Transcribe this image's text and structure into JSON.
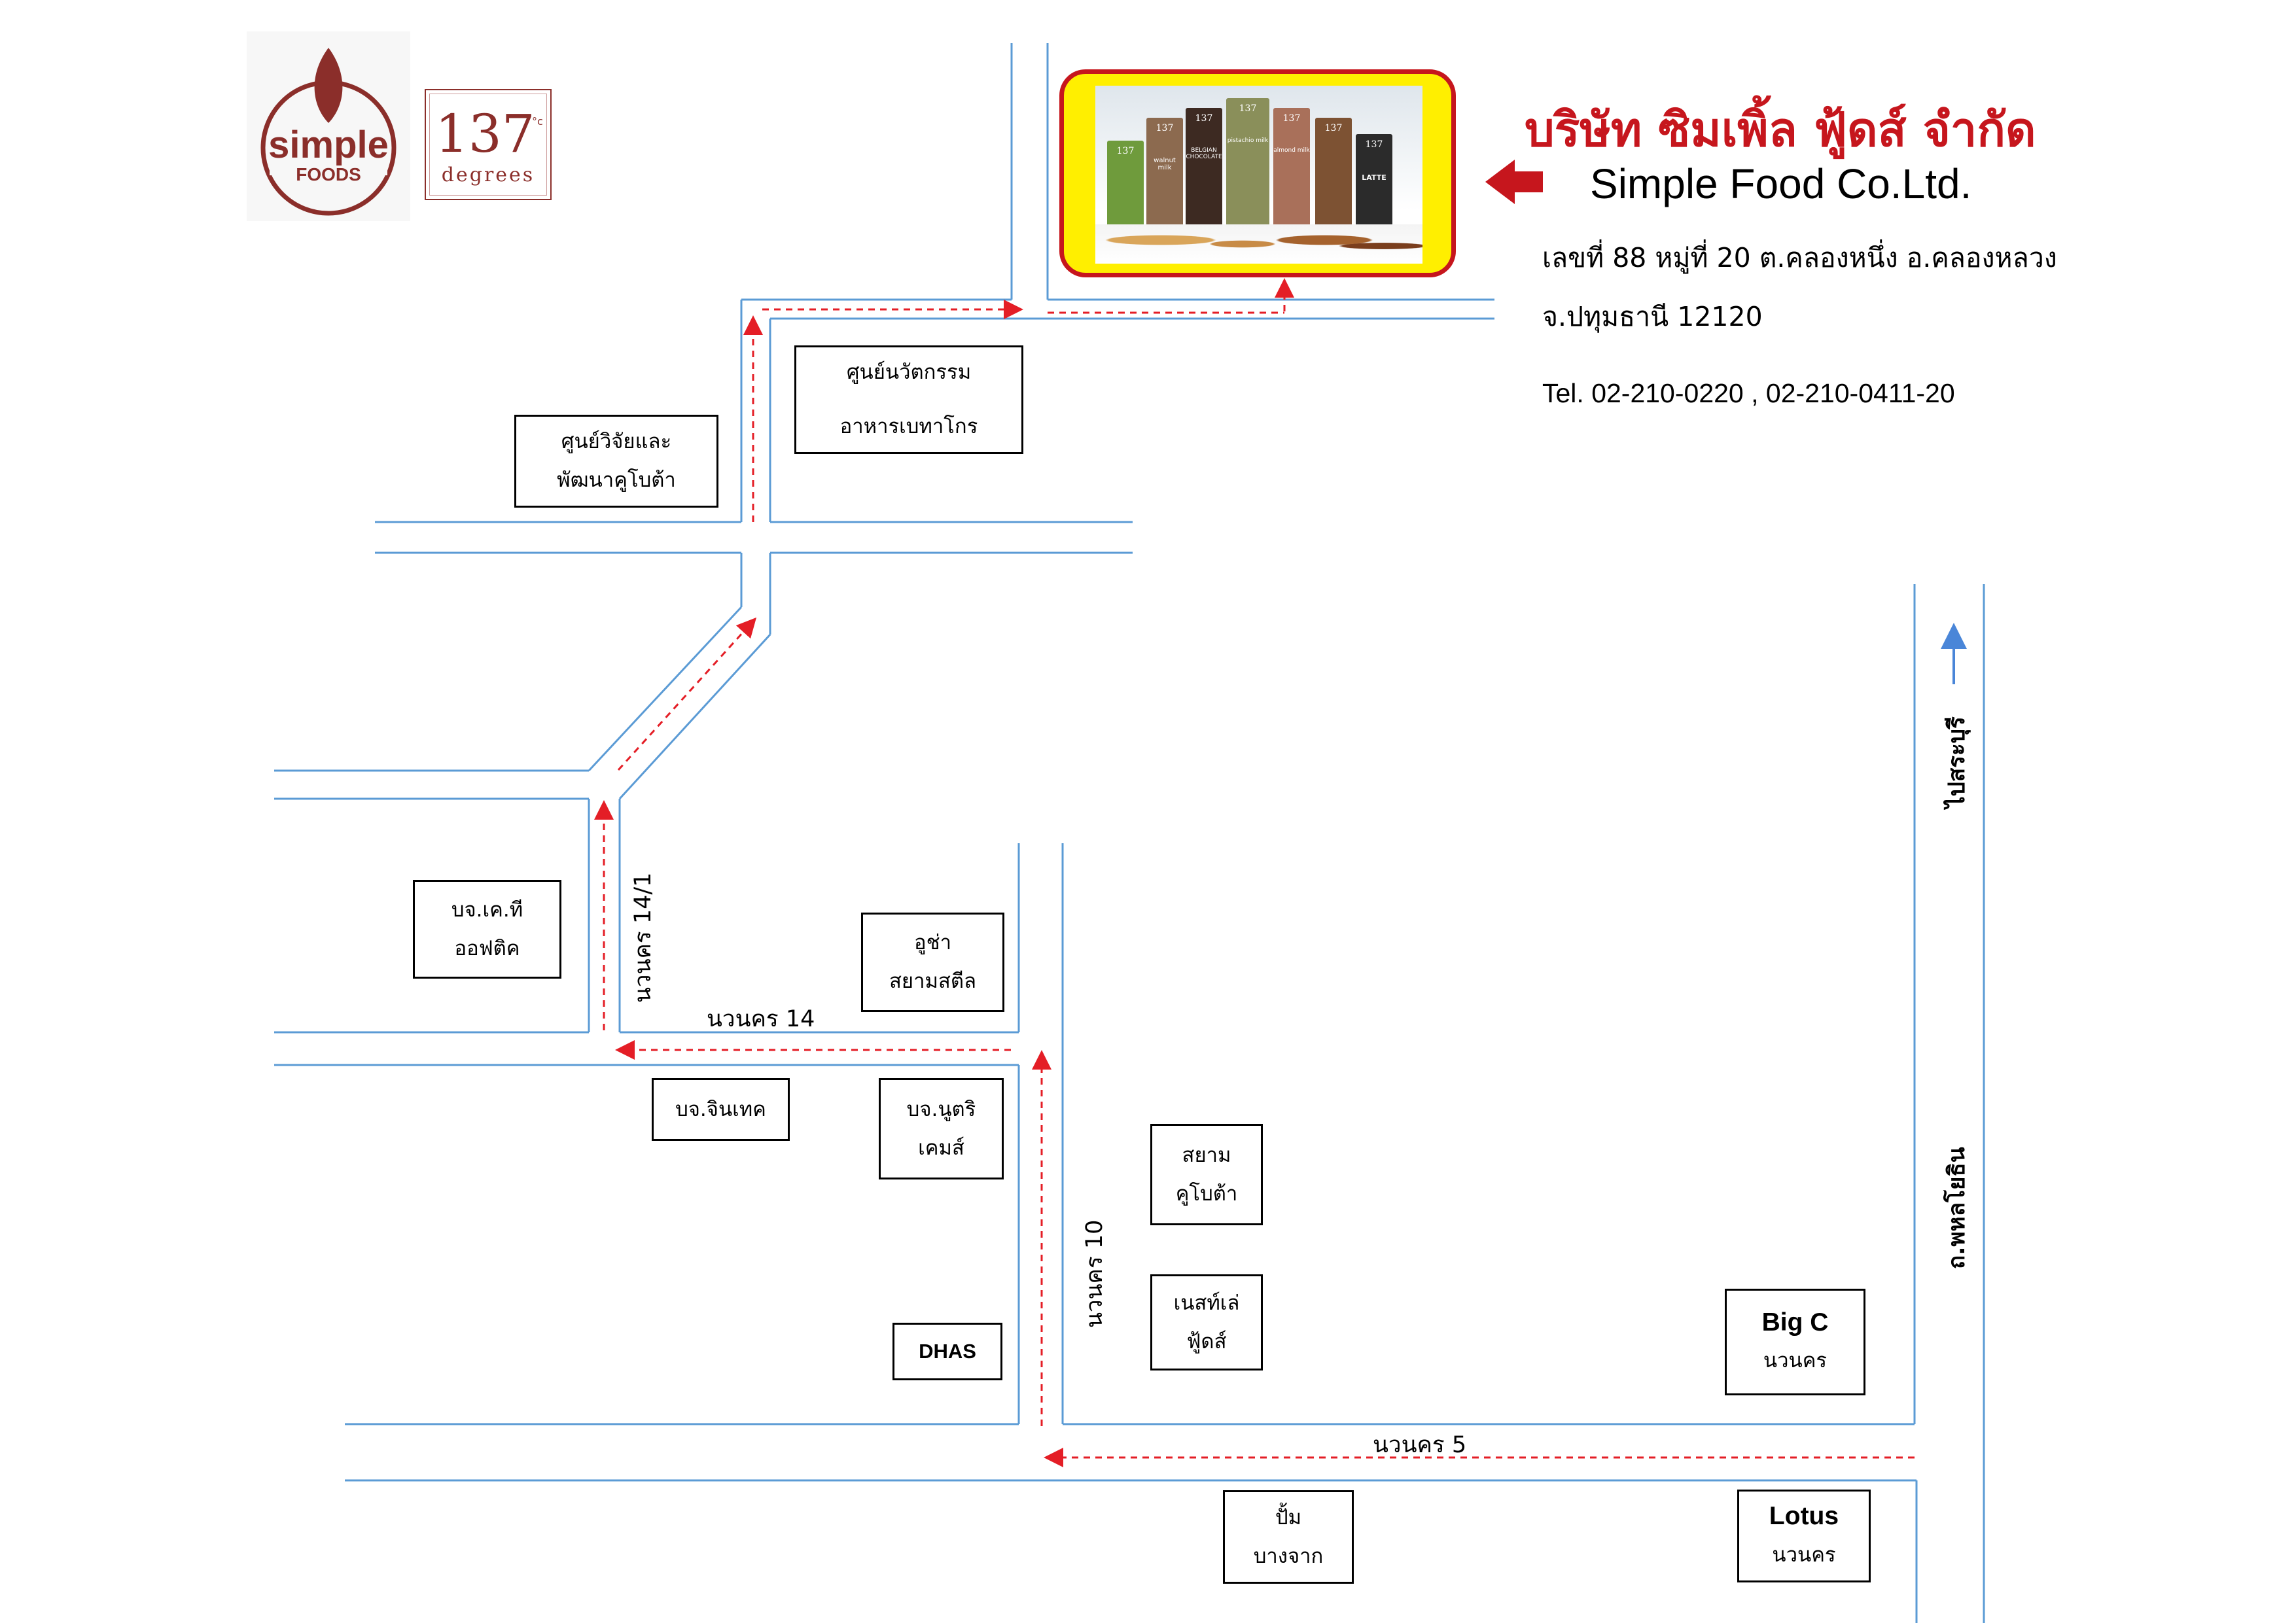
{
  "company": {
    "name_th": "บริษัท ซิมเพิ้ล ฟู้ดส์ จำกัด",
    "name_en": "Simple Food Co.Ltd.",
    "address_line1": "เลขที่ 88 หมู่ที่ 20 ต.คลองหนึ่ง อ.คลองหลวง",
    "address_line2": "จ.ปทุมธานี 12120",
    "tel": "Tel. 02-210-0220 , 02-210-0411-20"
  },
  "logos": {
    "simple_foods": {
      "word1": "simple",
      "word2": "FOODS"
    },
    "degrees_137": {
      "number": "137",
      "unit": "°c",
      "word": "degrees"
    }
  },
  "product_banner": {
    "pack_number": "137",
    "pack_labels": [
      "walnut milk",
      "BELGIAN CHOCOLATE",
      "pistachio milk",
      "almond milk",
      "LATTE"
    ]
  },
  "landmarks": {
    "food_innovation": [
      "ศูนย์นวัตกรรม",
      "อาหารเบทาโกร"
    ],
    "kubota_rd": [
      "ศูนย์วิจัยและ",
      "พัฒนาคูโบต้า"
    ],
    "kt_optic": [
      "บจ.เค.ที",
      "ออฟติค"
    ],
    "usha_siam_steel": [
      "อูช่า",
      "สยามสตีล"
    ],
    "jintec": [
      "บจ.จินเทค"
    ],
    "nutrichems": [
      "บจ.นูตริ",
      "เคมส์"
    ],
    "siam_kubota": [
      "สยาม",
      "คูโบต้า"
    ],
    "nestle_foods": [
      "เนสท์เล่",
      "ฟู้ดส์"
    ],
    "dhas": [
      "DHAS"
    ],
    "big_c": [
      "Big C",
      "นวนคร"
    ],
    "pump_bangchak": [
      "ปั้ม",
      "บางจาก"
    ],
    "lotus": [
      "Lotus",
      "นวนคร"
    ]
  },
  "roads": {
    "navanakorn_14_1": "นวนคร 14/1",
    "navanakorn_14": "นวนคร 14",
    "navanakorn_10": "นวนคร 10",
    "navanakorn_5": "นวนคร 5",
    "to_saraburi": "ไปสระบุรี",
    "phahonyothin": "ถ.พหลโยธิน"
  },
  "colors": {
    "road": "#5b9bd5",
    "route": "#e41e26",
    "title_red": "#c6161d",
    "banner_yellow": "#ffef00",
    "direction_arrow": "#4a86d8",
    "logo_brown": "#8b2e2a"
  }
}
